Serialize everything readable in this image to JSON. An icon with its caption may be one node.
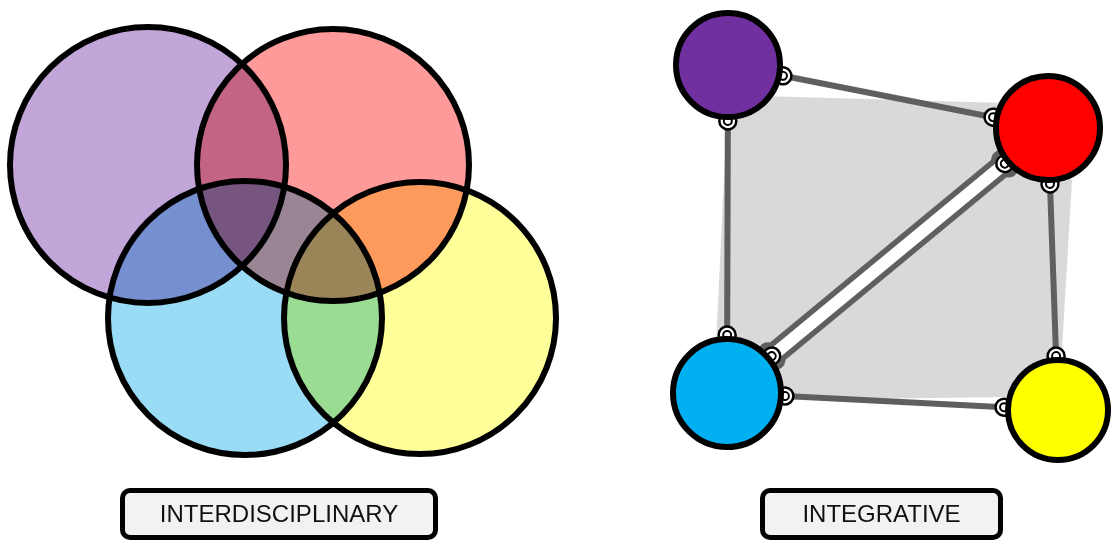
{
  "diagram": {
    "nodes": [
      {
        "text": [],
        "shape": "circle"
      },
      {
        "text": [],
        "shape": "circle"
      },
      {
        "text": [],
        "shape": "circle"
      },
      {
        "text": [],
        "shape": "circle"
      },
      {
        "text": [
          "INTERDISCIPLINARY"
        ]
      },
      {
        "text": [
          "INTEGRATIVE"
        ]
      }
    ],
    "edges": [
      {
        "from": 0,
        "to": 1,
        "arrow": "other"
      },
      {
        "from": 0,
        "to": 2,
        "arrow": "other"
      },
      {
        "from": 1,
        "to": 2,
        "arrow": "other",
        "style": "thick",
        "color": "#ffffff"
      },
      {
        "from": 1,
        "to": 3,
        "arrow": "other"
      },
      {
        "from": 2,
        "to": 3,
        "arrow": "other"
      }
    ]
  }
}
